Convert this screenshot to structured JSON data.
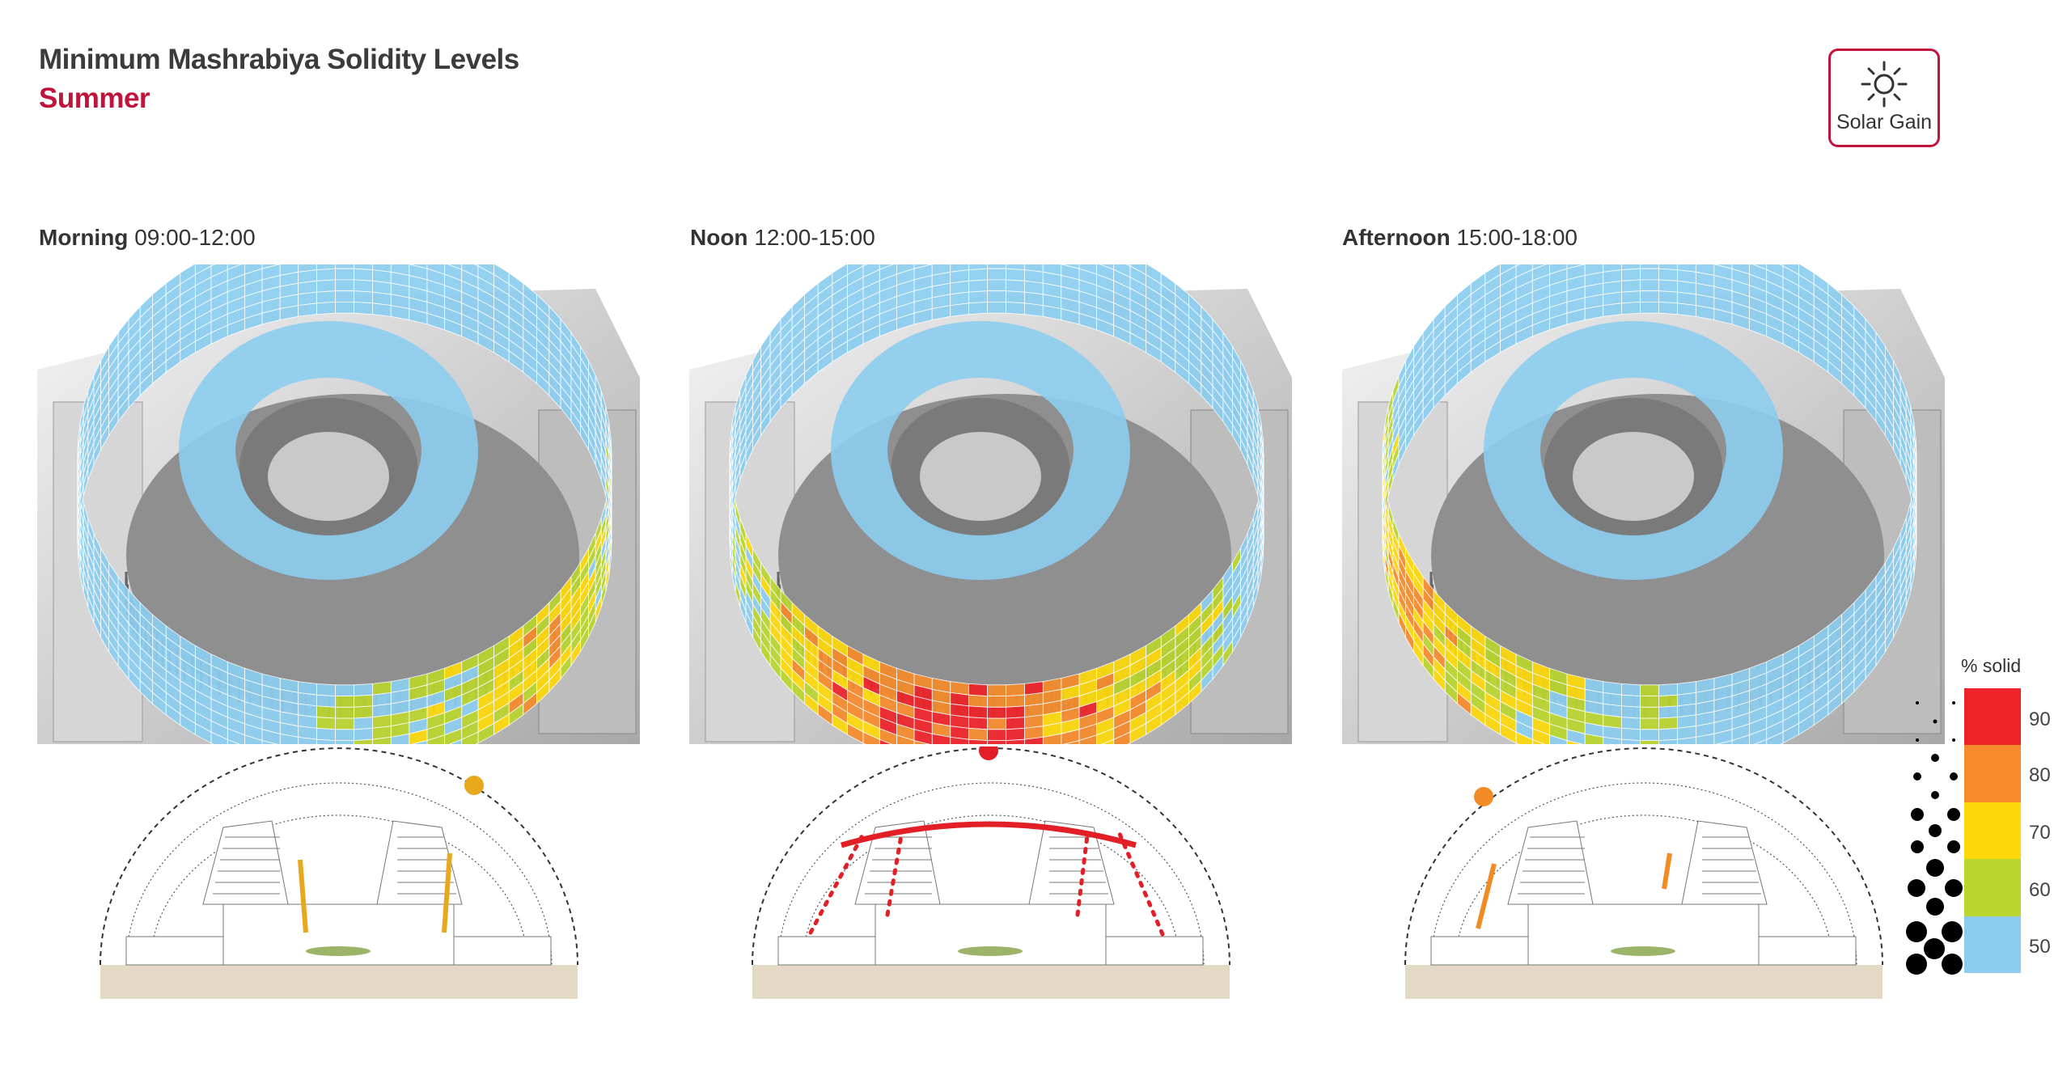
{
  "header": {
    "title": "Minimum Mashrabiya Solidity Levels",
    "season": "Summer"
  },
  "badge": {
    "icon": "sun-icon",
    "label": "Solar Gain",
    "color": "#c0143c"
  },
  "panels": [
    {
      "period": "Morning",
      "time": "09:00-12:00",
      "sun_color": "#e8a81e"
    },
    {
      "period": "Noon",
      "time": "12:00-15:00",
      "sun_color": "#e21f26"
    },
    {
      "period": "Afternoon",
      "time": "15:00-18:00",
      "sun_color": "#f28a25"
    }
  ],
  "legend": {
    "title": "% solid",
    "levels": [
      {
        "value": "90",
        "color": "#ee2229"
      },
      {
        "value": "80",
        "color": "#f68b2c"
      },
      {
        "value": "70",
        "color": "#fdd80a"
      },
      {
        "value": "60",
        "color": "#bad52d"
      },
      {
        "value": "50",
        "color": "#8ccdef"
      }
    ]
  }
}
